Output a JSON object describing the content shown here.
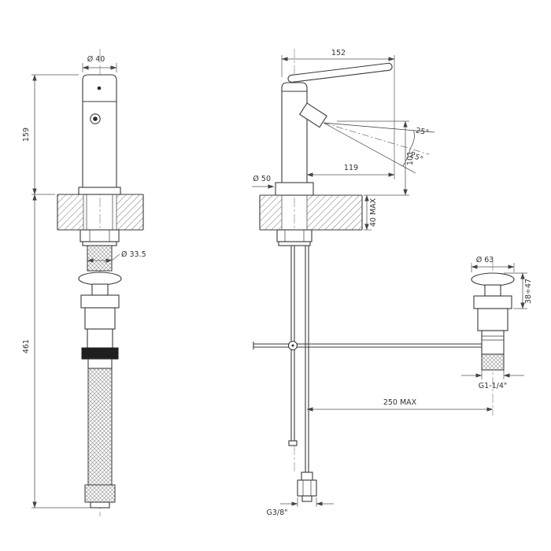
{
  "drawing": {
    "front_view": {
      "top_diameter": "Ø 40",
      "body_height": "159",
      "shank_diameter": "Ø 33.5",
      "below_deck_height": "461"
    },
    "side_view": {
      "overall_depth": "152",
      "spray_angle_upper": "25°",
      "spray_angle_lower": "25°",
      "spout_reach": "119",
      "spout_height": "101",
      "base_diameter": "Ø 50",
      "deck_thickness_max": "40 MAX",
      "waste_cap_diameter": "Ø 63",
      "waste_height_range": "38÷47",
      "waste_thread": "G1-1/4\"",
      "waste_reach_max": "250 MAX",
      "supply_thread": "G3/8\""
    }
  }
}
